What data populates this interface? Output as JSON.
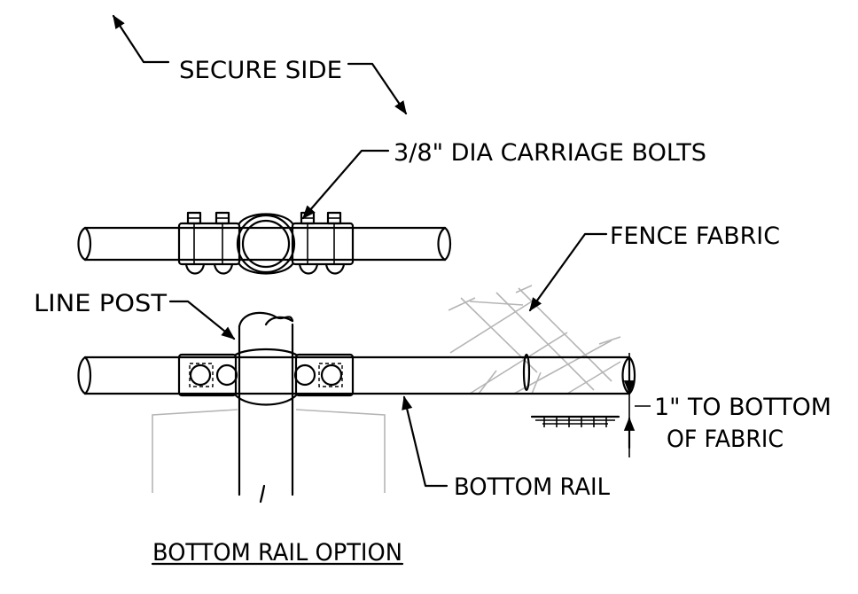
{
  "labels": {
    "secure_side": "SECURE SIDE",
    "carriage_bolts": "3/8\" DIA CARRIAGE BOLTS",
    "fence_fabric": "FENCE FABRIC",
    "line_post": "LINE POST",
    "to_bottom_line1": "1\" TO BOTTOM",
    "to_bottom_line2": "OF FABRIC",
    "bottom_rail": "BOTTOM RAIL",
    "title": "BOTTOM RAIL OPTION"
  },
  "colors": {
    "ink": "#000000",
    "background_structure": "#b5b5b5"
  }
}
